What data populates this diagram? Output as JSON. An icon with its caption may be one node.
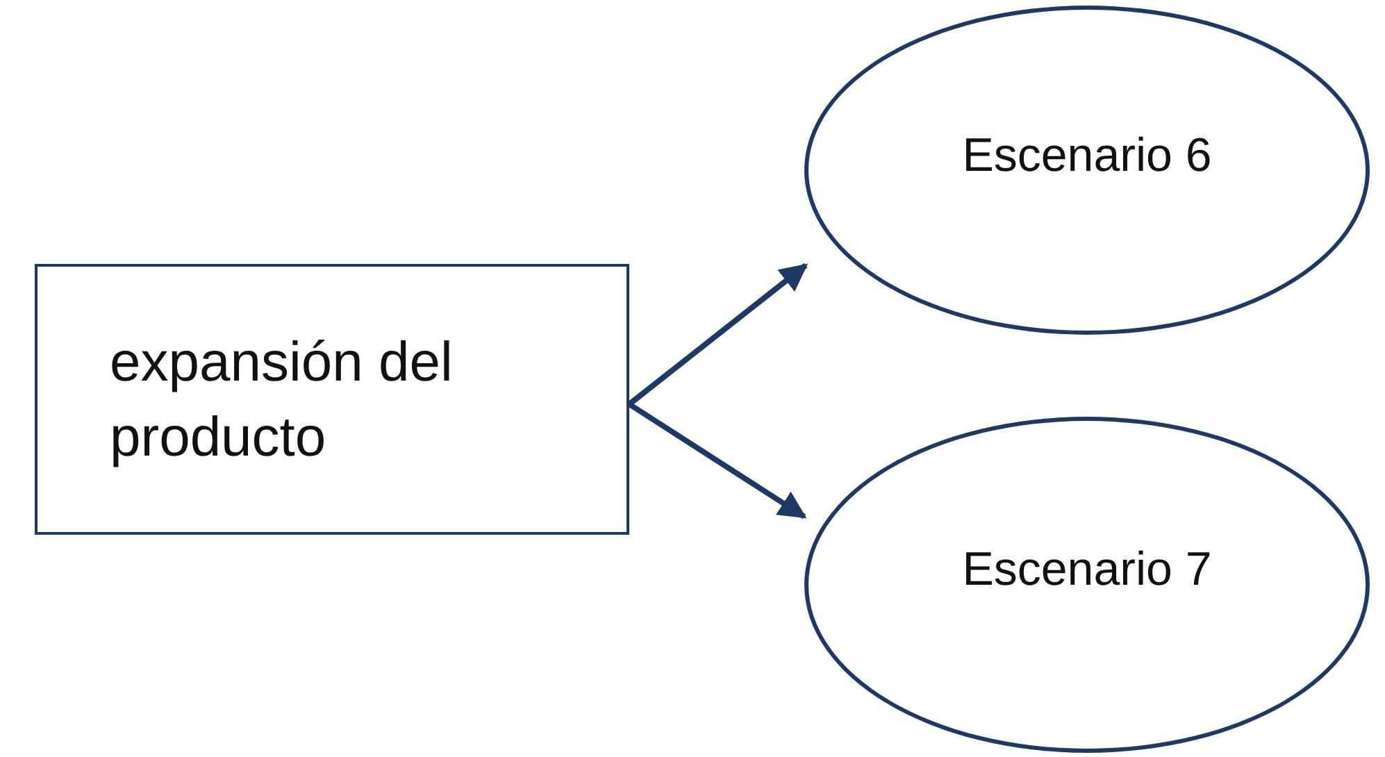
{
  "diagram": {
    "nodes": [
      {
        "text": [
          "expansión del producto"
        ]
      },
      {
        "text": [
          "Escenario 6"
        ]
      },
      {
        "text": [
          "Escenario 7"
        ]
      }
    ],
    "edges": [
      {
        "from": 0,
        "to": 1,
        "arrow": "to"
      },
      {
        "from": 0,
        "to": 2,
        "arrow": "to"
      }
    ]
  }
}
